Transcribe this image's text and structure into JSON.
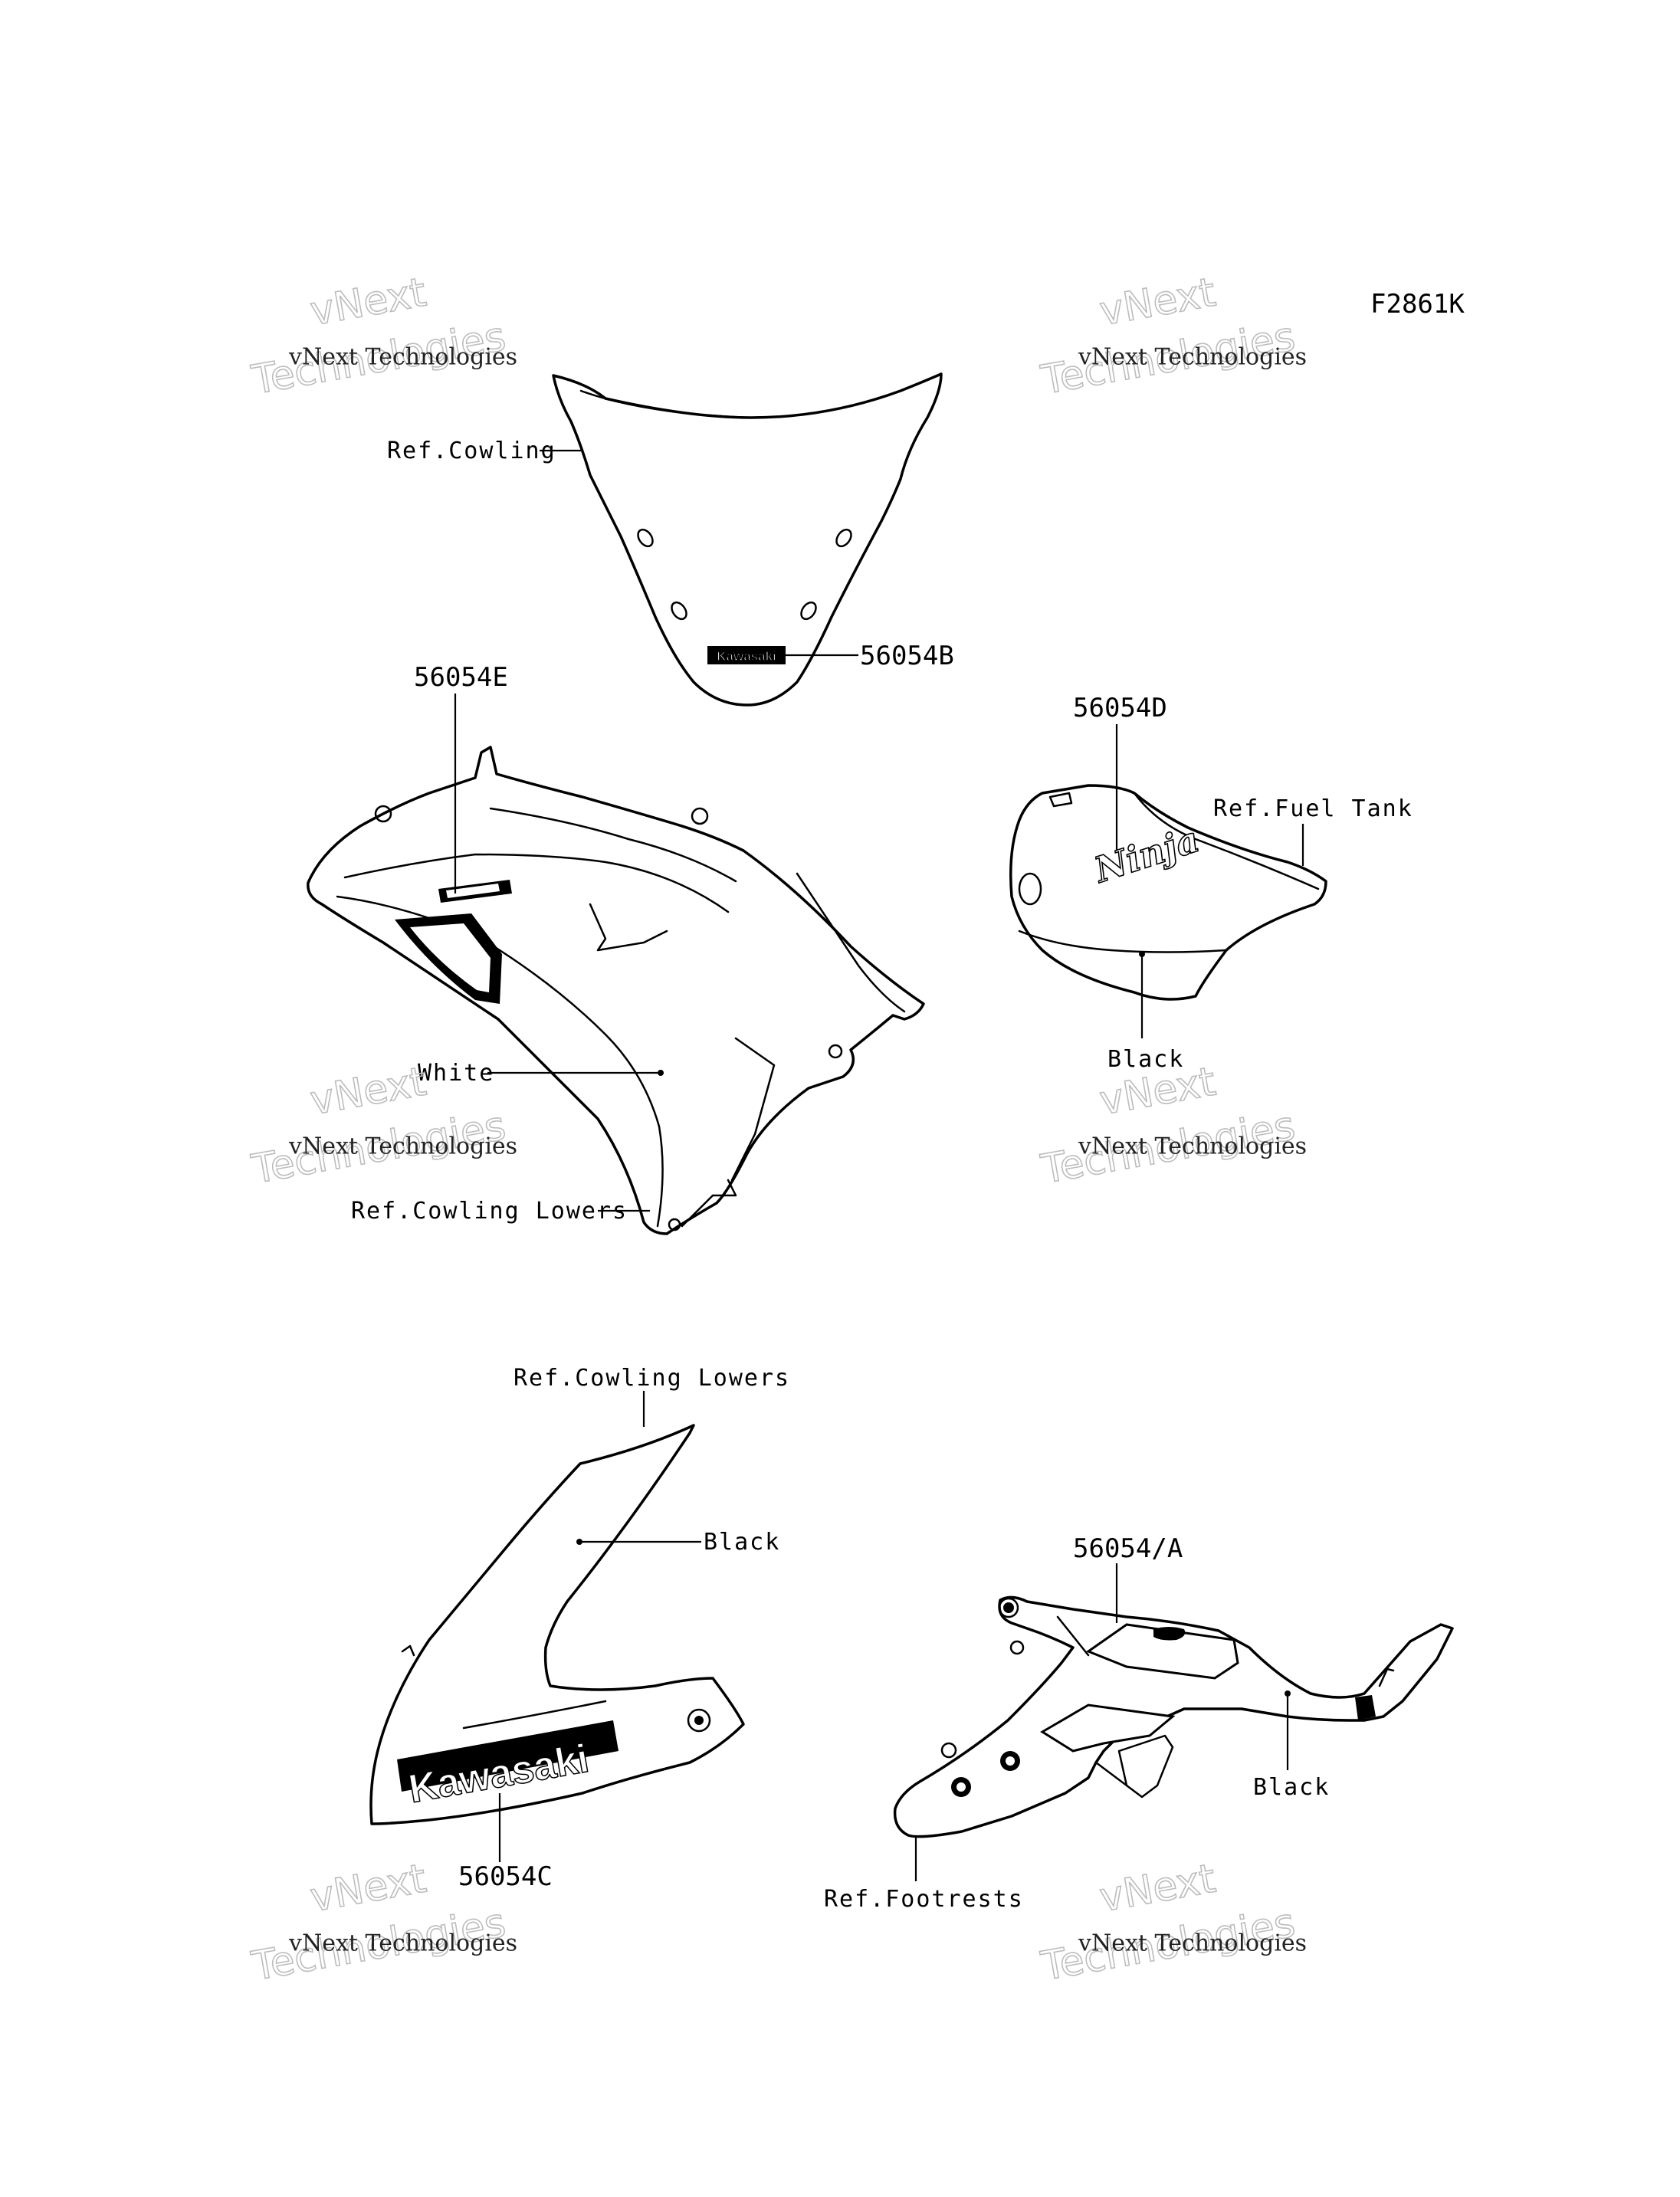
{
  "diagram": {
    "code": "F2861K",
    "watermark": {
      "line1": "vNext Technologies",
      "line2": "vNext",
      "line3": "Technologies"
    },
    "labels": {
      "ref_cowling": "Ref.Cowling",
      "part_56054B": "56054B",
      "part_56054E": "56054E",
      "part_56054D": "56054D",
      "ref_fuel_tank": "Ref.Fuel Tank",
      "black_tank": "Black",
      "white_cowl": "White",
      "ref_cowling_lowers_1": "Ref.Cowling Lowers",
      "ref_cowling_lowers_2": "Ref.Cowling Lowers",
      "black_lower": "Black",
      "part_56054C": "56054C",
      "part_56054A": "56054/A",
      "black_footrest": "Black",
      "ref_footrests": "Ref.Footrests"
    },
    "decals": {
      "windscreen_logo": "Kawasaki",
      "lower_logo": "Kawasaki",
      "tank_logo": "Ninja"
    }
  }
}
